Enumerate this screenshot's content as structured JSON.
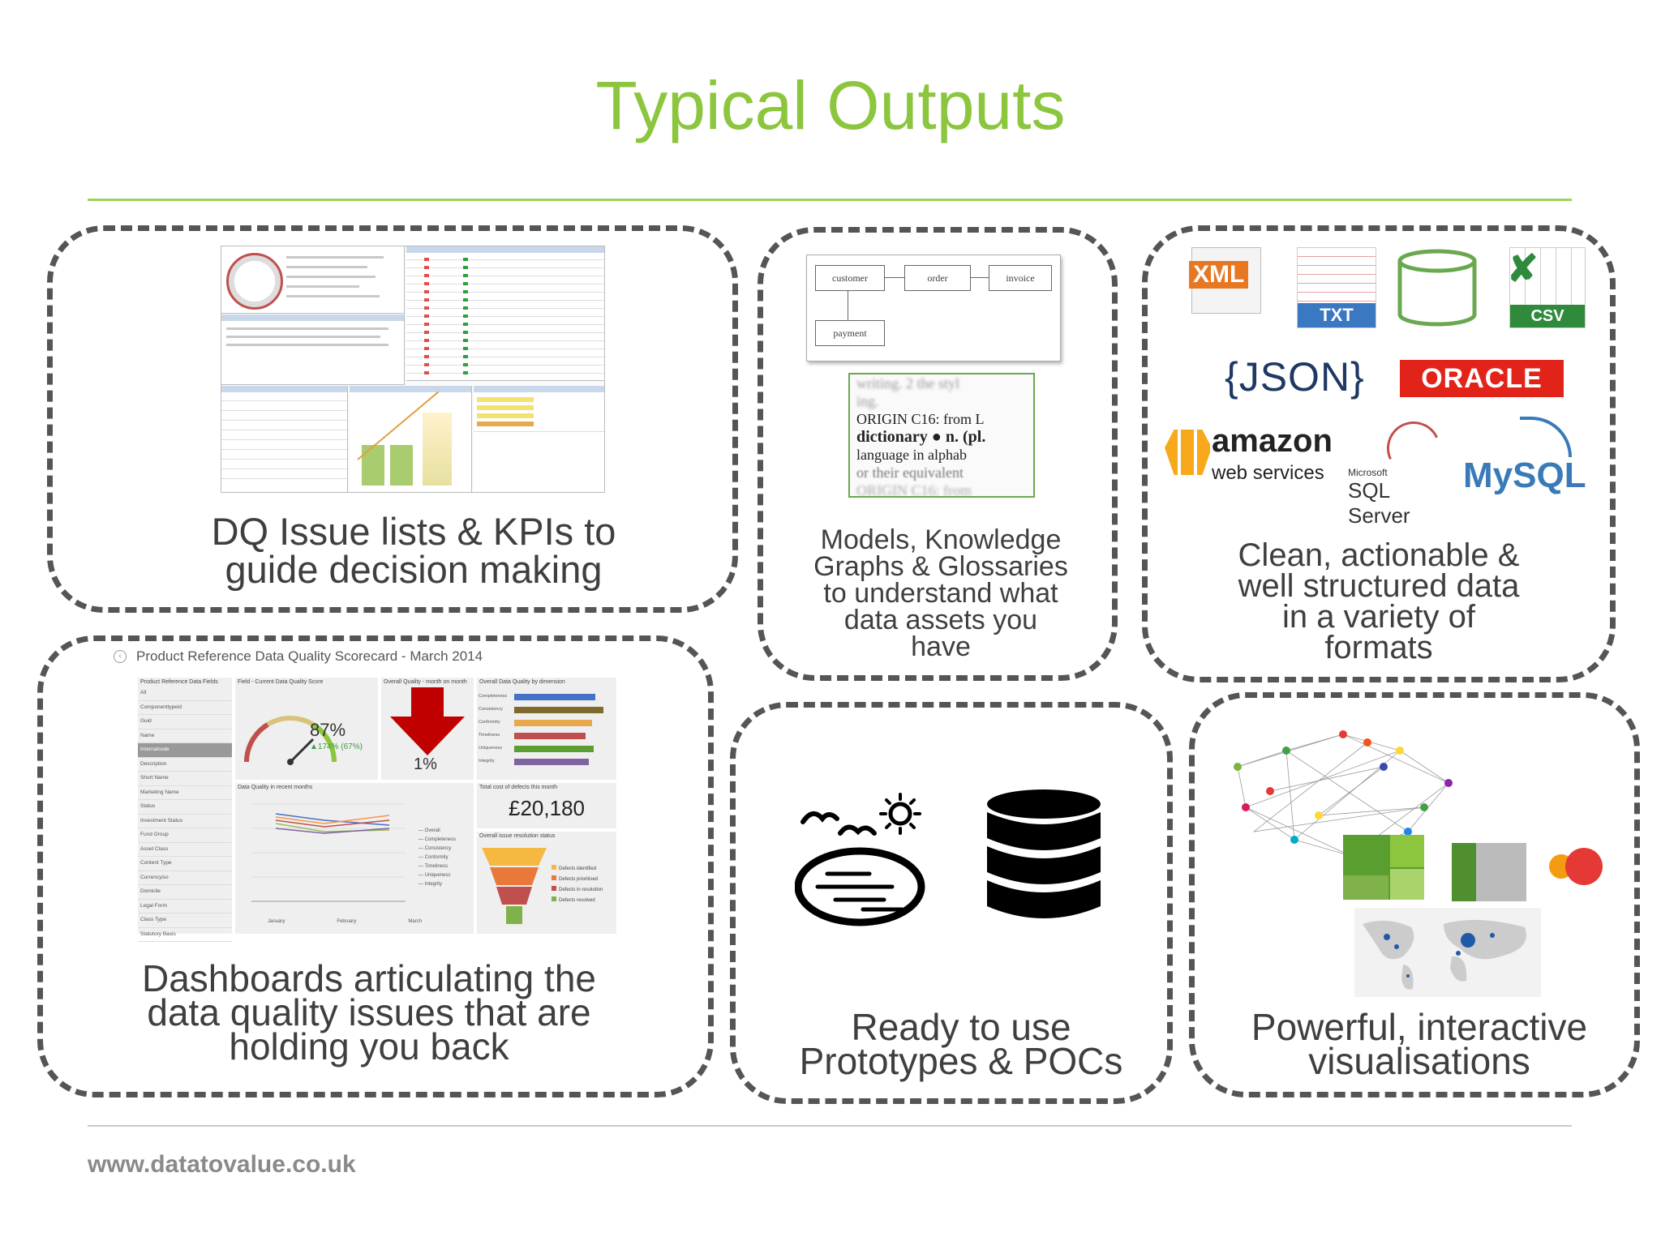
{
  "title": "Typical Outputs",
  "footer": "www.datatovalue.co.uk",
  "panels": {
    "dq": {
      "caption": [
        "DQ Issue lists & KPIs to",
        "guide decision making"
      ]
    },
    "models": {
      "caption": [
        "Models, Knowledge",
        "Graphs & Glossaries",
        "to understand what",
        "data assets you",
        "have"
      ],
      "entities": [
        "customer",
        "order",
        "invoice",
        "payment"
      ],
      "dictionary_lines": [
        "writing. 2 the styl",
        "ing.",
        "ORIGIN C16: from L",
        "dictionary ● n. (pl.",
        "language in alphab",
        "or their equivalent",
        "ORIGIN C16: from"
      ]
    },
    "formats": {
      "caption": [
        "Clean, actionable &",
        "well structured data",
        "in a variety of",
        "formats"
      ],
      "logos": [
        "XML",
        "TXT",
        "CSV",
        "{JSON}",
        "ORACLE",
        "amazon",
        "web services",
        "Microsoft",
        "SQL Server",
        "MySQL"
      ]
    },
    "dashboards": {
      "caption": [
        "Dashboards articulating the",
        "data quality issues that are",
        "holding you back"
      ],
      "header": "Product Reference Data Quality Scorecard - March 2014",
      "filter_title": "Product Reference Data Fields",
      "filters": [
        "All",
        "Componenttypeid",
        "Guid",
        "Name",
        "Internalcode",
        "Description",
        "Short Name",
        "Marketing Name",
        "Status",
        "Investment Status",
        "Fund Group",
        "Asset Class",
        "Content Type",
        "Currencyiso",
        "Domicile",
        "Legal Form",
        "Class Type",
        "Statutory Basis"
      ],
      "gauge_title": "Field - Current Data Quality Score",
      "gauge_value": "87%",
      "gauge_change": "▲174% (67%)",
      "mom_title": "Overall Quality - month on month",
      "mom_value": "1%",
      "dim_title": "Overall Data Quality by dimension",
      "dimensions": [
        "Completeness",
        "Consistency",
        "Conformity",
        "Timeliness",
        "Uniqueness",
        "Integrity"
      ],
      "trend_title": "Data Quality in recent months",
      "trend_months": [
        "January",
        "February",
        "March"
      ],
      "trend_legend": [
        "Overall",
        "Completeness",
        "Consistency",
        "Conformity",
        "Timeliness",
        "Uniqueness",
        "Integrity"
      ],
      "cost_title": "Total cost of defects this month",
      "cost_value": "£20,180",
      "funnel_title": "Overall issue resolution status",
      "funnel_legend": [
        "Defects identified",
        "Defects prioritised",
        "Defects in resolution",
        "Defects resolved"
      ]
    },
    "prototypes": {
      "caption": [
        "Ready to use",
        "Prototypes & POCs"
      ]
    },
    "viz": {
      "caption": [
        "Powerful, interactive",
        "visualisations"
      ]
    }
  },
  "colors": {
    "accent": "#8cc63e",
    "border": "#555555",
    "oracle": "#e2231a",
    "aws": "#f7a81b",
    "json": "#1f3864",
    "mysql": "#3a7ab8"
  }
}
